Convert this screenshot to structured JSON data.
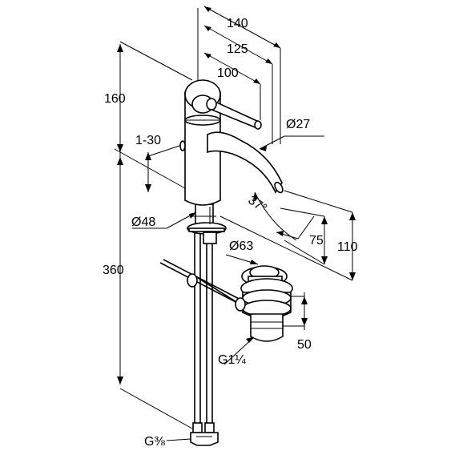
{
  "dimensions": {
    "d140": "140",
    "d125": "125",
    "d100": "100",
    "d160": "160",
    "d1_30": "1-30",
    "d27": "Ø27",
    "d37": "37°",
    "d48": "Ø48",
    "d75": "75",
    "d110": "110",
    "d63": "Ø63",
    "d360": "360",
    "d50": "50",
    "g114": "G1¼",
    "g38": "G⅜"
  }
}
